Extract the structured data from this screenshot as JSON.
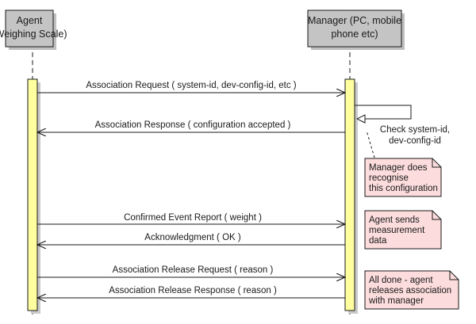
{
  "participants": {
    "agent": {
      "lines": [
        "Agent",
        "(Weighing Scale)"
      ]
    },
    "manager": {
      "lines": [
        "Manager (PC, mobile",
        "phone etc)"
      ]
    }
  },
  "messages": [
    {
      "label": "Association Request ( system-id, dev-config-id, etc )",
      "direction": "to-manager"
    },
    {
      "label": "Association Response ( configuration accepted )",
      "direction": "to-agent"
    },
    {
      "label": "Confirmed Event Report ( weight )",
      "direction": "to-manager"
    },
    {
      "label": "Acknowledgment ( OK )",
      "direction": "to-agent"
    },
    {
      "label": "Association Release Request ( reason )",
      "direction": "to-manager"
    },
    {
      "label": "Association Release Response ( reason )",
      "direction": "to-agent"
    }
  ],
  "self_message": {
    "lines": [
      "Check system-id,",
      "dev-config-id"
    ]
  },
  "notes": [
    {
      "lines": [
        "Manager does",
        "recognise",
        "this configuration"
      ]
    },
    {
      "lines": [
        "Agent sends",
        "measurement",
        "data"
      ]
    },
    {
      "lines": [
        "All done - agent",
        "releases association",
        "with manager"
      ]
    }
  ],
  "colors": {
    "participant_fill": "#c4c4c4",
    "activation_fill": "#ffffa0",
    "note_fill": "#fcdcdc",
    "line": "#1a1a1a"
  }
}
